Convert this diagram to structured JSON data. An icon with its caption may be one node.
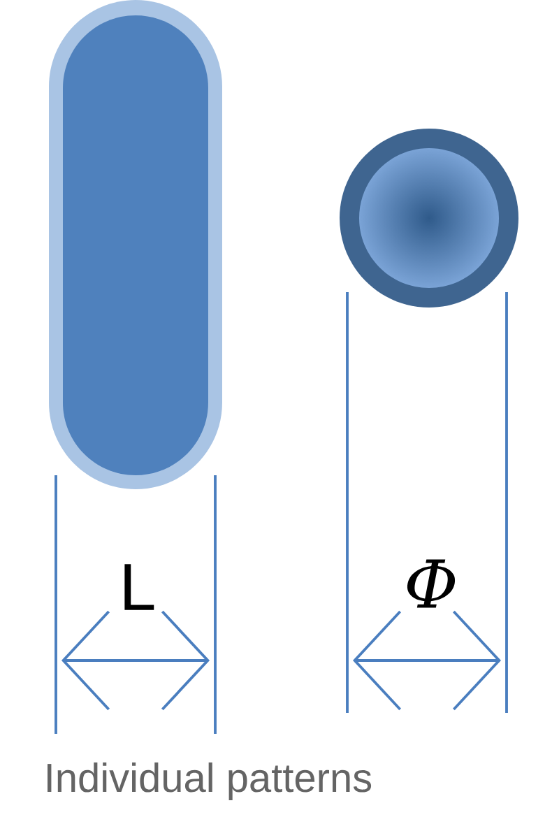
{
  "diagram": {
    "caption": "Individual patterns",
    "labels": [
      "L",
      "Φ"
    ]
  }
}
